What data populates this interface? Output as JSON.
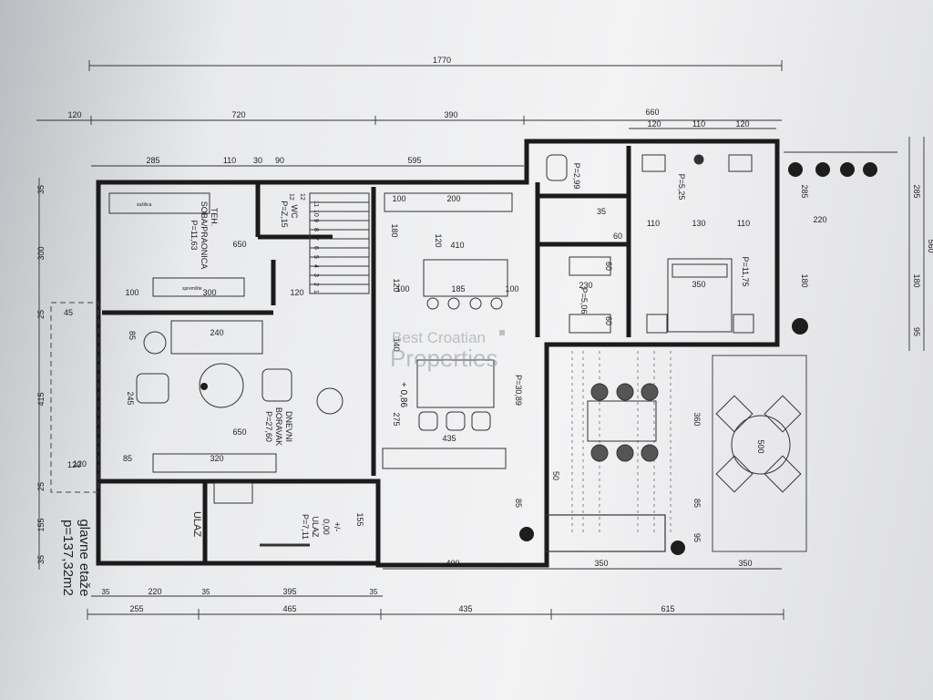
{
  "dimensions": {
    "total_width": "1770",
    "top_row": [
      "120",
      "720",
      "390",
      "660"
    ],
    "right_top": [
      "120",
      "110",
      "120"
    ],
    "second_row": [
      "285",
      "110",
      "30",
      "90",
      "595"
    ],
    "left_side": [
      "35",
      "300",
      "25",
      "415",
      "25",
      "155",
      "35"
    ],
    "left_small": [
      "45",
      "120"
    ],
    "right_side": [
      "285",
      "180",
      "95"
    ],
    "right_side_total": "560",
    "bottom_row_a": [
      "35",
      "220",
      "35",
      "395",
      "35"
    ],
    "bottom_row_b": [
      "255",
      "465",
      "435",
      "615"
    ],
    "bottom_inner": [
      "400",
      "350",
      "350"
    ],
    "interior": {
      "kitchen_650": "650",
      "kitchen_100": "100",
      "kitchen_300": "300",
      "kitchen_120": "120",
      "living_240": "240",
      "living_650": "650",
      "living_320": "320",
      "living_85a": "85",
      "living_85b": "85",
      "living_245": "245",
      "living_120": "120",
      "dining_410": "410",
      "dining_180": "180",
      "dining_120a": "120",
      "dining_185": "185",
      "dining_100a": "100",
      "dining_100b": "100",
      "dining_120b": "120",
      "dining_140": "140",
      "dining_275": "275",
      "dining_435": "435",
      "dining_200": "200",
      "dining_100c": "100",
      "bath_35": "35",
      "bath_60a": "60",
      "bath_60b": "60",
      "bath_60c": "60",
      "bath_230": "230",
      "bed_110a": "110",
      "bed_130": "130",
      "bed_110b": "110",
      "bed_350": "350",
      "bed_220": "220",
      "bed_180": "180",
      "terrace_360": "360",
      "terrace_500": "500",
      "terrace_85a": "85",
      "terrace_85b": "85",
      "terrace_95": "95",
      "terrace_50": "50",
      "entry_155": "155"
    }
  },
  "rooms": {
    "kitchen": {
      "name": "SOBA/PRAONICA",
      "prefix": "TEH.",
      "area": "P=11,63"
    },
    "wc": {
      "name": "WC",
      "area": "P=Z,15"
    },
    "living": {
      "name1": "DNEVNI",
      "name2": "BORAVAK",
      "area": "P=27,60"
    },
    "dining": {
      "area": "P=30,89",
      "level": "+ 0,86"
    },
    "bath_small": {
      "area": "P=2,99"
    },
    "bath": {
      "area": "P=5,25"
    },
    "hall": {
      "area": "P=5,06"
    },
    "bedroom": {
      "area": "P=11,75"
    },
    "entry": {
      "name": "ULAZ",
      "area": "P=7,11",
      "level": "0,00",
      "level_sign": "+/-"
    },
    "outside_entry": {
      "name": "ULAZ"
    }
  },
  "labels": {
    "summary_line1": "glavne etaže",
    "summary_line2": "p=137,32m2",
    "furniture_note1": "sušilica",
    "furniture_note2": "spremište",
    "stair_steps": [
      "11",
      "10",
      "9",
      "8",
      "7",
      "6",
      "5",
      "4",
      "3",
      "2",
      "1"
    ],
    "wc_step_top": "12",
    "wc_step_mid": "12"
  },
  "watermark": {
    "line1": "Best Croatian",
    "line2": "Properties"
  },
  "colors": {
    "wall": "#1b1b1b",
    "paper": "#f3f3f4",
    "watermark": "#9aa3ad"
  }
}
